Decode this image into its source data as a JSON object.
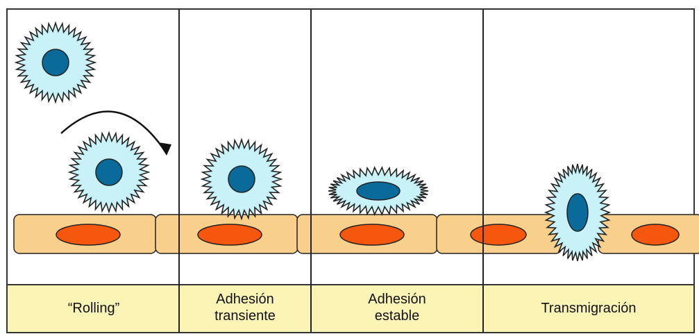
{
  "stages": [
    {
      "label_lines": [
        "“Rolling”"
      ]
    },
    {
      "label_lines": [
        "Adhesión",
        "transiente"
      ]
    },
    {
      "label_lines": [
        "Adhesión",
        "estable"
      ]
    },
    {
      "label_lines": [
        "Transmigración"
      ]
    }
  ],
  "colors": {
    "cell_fill": "#c8f2f7",
    "nucleus": "#0a6a99",
    "endothelium": "#f9cf8c",
    "endo_nucleus": "#f5570f",
    "label_band": "#fbf4b5",
    "stroke": "#222222"
  }
}
